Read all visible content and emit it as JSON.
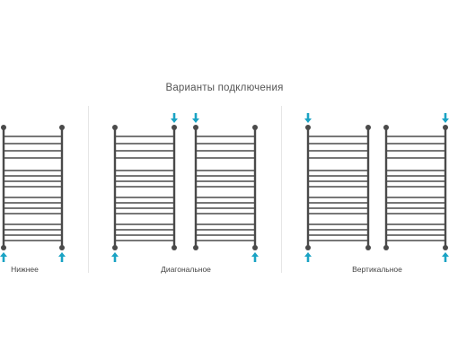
{
  "title": "Варианты подключения",
  "options": [
    {
      "label": "Нижнее",
      "arrows": [
        "bottom-left-up",
        "bottom-right-up"
      ]
    },
    {
      "label": "Диагональное",
      "arrows": [
        "top-right-down",
        "bottom-left-up",
        "top-left-down",
        "bottom-right-up"
      ]
    },
    {
      "label": "Вертикальное",
      "arrows": [
        "top-left-down",
        "bottom-left-up",
        "top-right-down",
        "bottom-right-up"
      ]
    }
  ],
  "colors": {
    "rail": "#4a4a4a",
    "arrow": "#1aa3c4",
    "divider": "#e6e6e6"
  },
  "icons": {
    "radiator": "towel-rail-icon",
    "arrow_up": "arrow-up-icon",
    "arrow_down": "arrow-down-icon"
  }
}
